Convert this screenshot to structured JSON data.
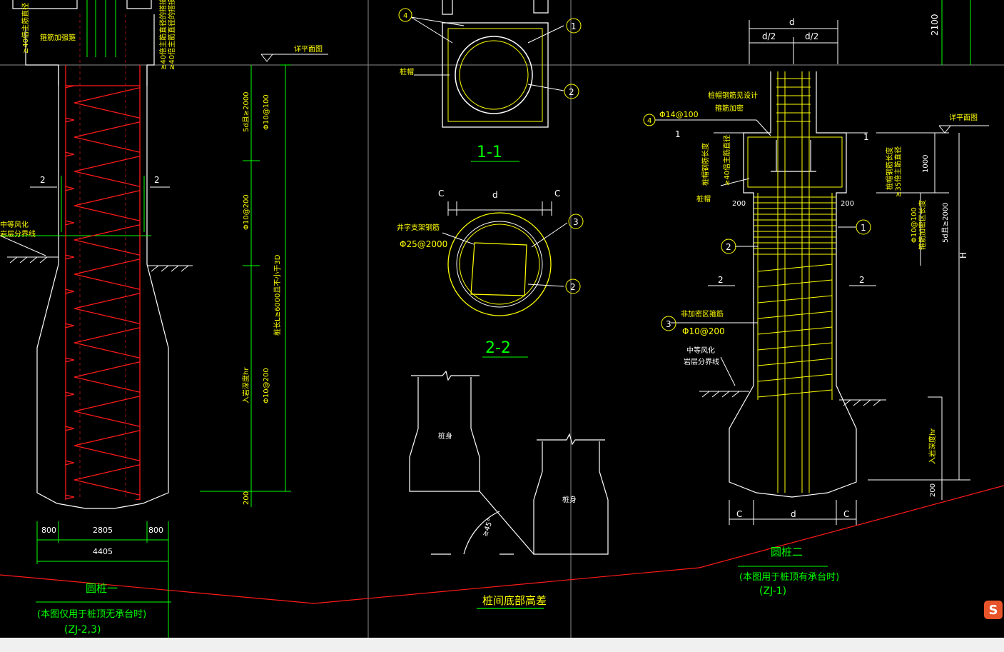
{
  "colors": {
    "background": "#000000",
    "yellow": "#ffff00",
    "red": "#ff1a1a",
    "green": "#00ff00",
    "white": "#ffffff",
    "status_strip": "#f0f0f0"
  },
  "left": {
    "tl_label": "≥40倍主筋直径",
    "top_bar_label": "箍筋加强箍",
    "right_label_1": "≥40倍主筋直径的搭接长度",
    "right_label_2": "≥40倍主筋直径的搭接长度",
    "level_label": "详平面图",
    "dim_5d": "5d且≥2000",
    "hoop_1": "Φ10@100",
    "hoop_2": "Φ10@200",
    "hoop_3": "Φ10@200",
    "pile_len": "桩长L≥6000且不小于3D",
    "rock_depth": "入岩深度hr",
    "dim_200": "200",
    "sec_2a": "2",
    "sec_2b": "2",
    "rock_1": "中等风化",
    "rock_2": "岩层分界线",
    "dim_800a": "800",
    "dim_2805": "2805",
    "dim_800b": "800",
    "dim_4405": "4405",
    "title": "圆桩一",
    "note": "(本图仅用于桩顶无承台时)",
    "code": "(ZJ-2,3)"
  },
  "middle": {
    "circle_4": "4",
    "circle_1": "1",
    "circle_2a": "2",
    "pile_cap_label": "桩帽",
    "section_11": "1-1",
    "dim_c1": "C",
    "dim_d": "d",
    "dim_c2": "C",
    "circle_3": "3",
    "frame_label": "井字支架钢筋",
    "frame_spec": "Φ25@2000",
    "circle_2b": "2",
    "section_22": "2-2",
    "pile_body_1": "桩身",
    "pile_body_2": "桩身",
    "angle": "≥45°",
    "title": "桩间底部高差"
  },
  "right": {
    "dim_d": "d",
    "dim_d2a": "d/2",
    "dim_d2b": "d/2",
    "dim_2100": "2100",
    "lbl_a": "桩帽钢筋见设计",
    "lbl_b": "箍筋加密",
    "circle_4": "4",
    "spec_4": "Φ14@100",
    "sec_1a": "1",
    "sec_1b": "1",
    "level_label": "详平面图",
    "cap_v1": "桩帽钢筋长度",
    "cap_v2": "≥40倍主筋直径",
    "side_v1": "桩帽钢筋长度",
    "side_v2": "≥35倍主筋直径",
    "dim_1000": "1000",
    "cap_label": "桩帽",
    "dim_200a": "200",
    "dim_200b": "200",
    "circle_1": "1",
    "circle_2": "2",
    "hoop_dense": "Φ10@100",
    "hoop_dense_2": "箍筋加密区长度",
    "dim_5d": "5d且≥2000",
    "dim_H": "H",
    "sec_2a": "2",
    "sec_2b": "2",
    "circle_3": "3",
    "hoop_note": "非加密区箍筋",
    "hoop_spec": "Φ10@200",
    "rock_1": "中等风化",
    "rock_2": "岩层分界线",
    "rock_depth": "入岩深度hr",
    "dim_200c": "200",
    "dim_c1": "C",
    "dim_dd": "d",
    "dim_c2": "C",
    "title": "圆桩二",
    "note": "(本图用于桩顶有承台时)",
    "code": "(ZJ-1)"
  },
  "ime_badge": "S"
}
